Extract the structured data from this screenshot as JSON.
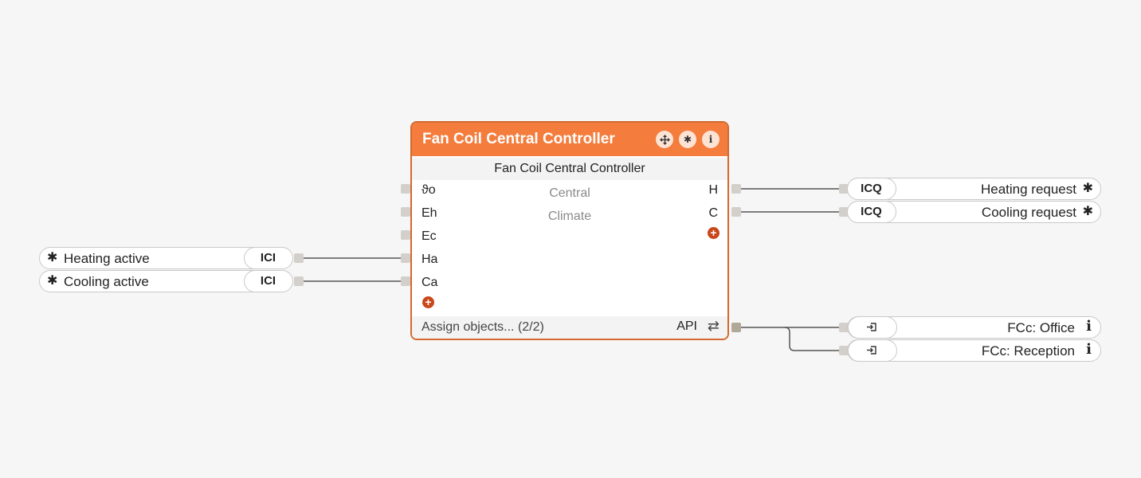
{
  "block": {
    "title": "Fan Coil Central Controller",
    "subtitle": "Fan Coil Central Controller",
    "center_line1": "Central",
    "center_line2": "Climate",
    "inputs": [
      "ϑo",
      "Eh",
      "Ec",
      "Ha",
      "Ca"
    ],
    "outputs": [
      "H",
      "C"
    ],
    "assign_label": "Assign objects... (2/2)",
    "api_label": "API",
    "header_icons": [
      "move-icon",
      "settings-icon",
      "info-icon"
    ]
  },
  "left_inputs": [
    {
      "label": "Heating active",
      "tag": "ICI",
      "icon": "gear-icon"
    },
    {
      "label": "Cooling active",
      "tag": "ICI",
      "icon": "gear-icon"
    }
  ],
  "right_outputs": [
    {
      "label": "Heating request",
      "tag": "ICQ",
      "icon": "gear-icon"
    },
    {
      "label": "Cooling request",
      "tag": "ICQ",
      "icon": "gear-icon"
    }
  ],
  "api_targets": [
    {
      "label": "FCc: Office",
      "icon": "info-icon"
    },
    {
      "label": "FCc: Reception",
      "icon": "info-icon"
    }
  ],
  "colors": {
    "header": "#f47c3c",
    "border": "#d2692f",
    "add_button": "#c9471a",
    "background": "#f6f6f6"
  }
}
